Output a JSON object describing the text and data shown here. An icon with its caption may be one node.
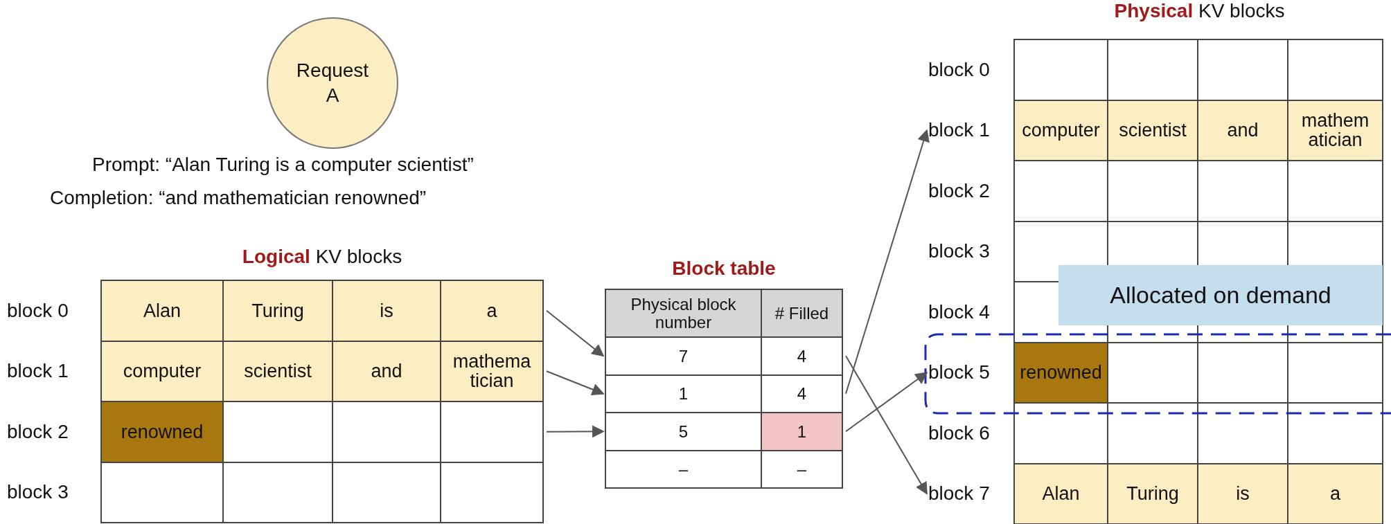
{
  "diagram": {
    "nodes": [
      {
        "text": [
          "Request A"
        ]
      },
      {
        "text": [
          "**Logical** KV blocks"
        ]
      },
      {
        "text": [
          "Alan",
          "Turing",
          "is",
          "a"
        ],
        "in": 1,
        "beside": [
          "block 0"
        ]
      },
      {
        "text": [
          "computer",
          "scientist",
          "and",
          "mathema tician"
        ],
        "in": 1,
        "beside": [
          "block 1"
        ]
      },
      {
        "text": [
          "renowned"
        ],
        "in": 1,
        "beside": [
          "block 2"
        ]
      },
      {
        "text": [],
        "shape": "box",
        "in": 1,
        "beside": [
          "block 3"
        ]
      },
      {
        "text": [
          "Block table"
        ]
      },
      {
        "text": [
          "Physical block number",
          "# Filled"
        ],
        "in": 6
      },
      {
        "text": [
          "7",
          "4"
        ],
        "in": 6
      },
      {
        "text": [
          "1",
          "4"
        ],
        "in": 6
      },
      {
        "text": [
          "5",
          "1"
        ],
        "in": 6
      },
      {
        "text": [
          "–",
          "–"
        ],
        "in": 6
      },
      {
        "text": [
          "**Physical** KV blocks"
        ]
      },
      {
        "text": [],
        "shape": "box",
        "in": 12,
        "beside": [
          "block 0"
        ]
      },
      {
        "text": [
          "computer",
          "scientist",
          "and",
          "mathem atician"
        ],
        "in": 12,
        "beside": [
          "block 1"
        ]
      },
      {
        "text": [],
        "shape": "box",
        "in": 12,
        "beside": [
          "block 2"
        ]
      },
      {
        "text": [],
        "shape": "box",
        "in": 12,
        "beside": [
          "block 3"
        ]
      },
      {
        "text": [],
        "shape": "box",
        "in": 12,
        "beside": [
          "block 4"
        ]
      },
      {
        "text": [
          "renowned"
        ],
        "in": 12,
        "beside": [
          "block 5"
        ]
      },
      {
        "text": [],
        "shape": "box",
        "in": 12,
        "beside": [
          "block 6"
        ]
      },
      {
        "text": [
          "Alan",
          "Turing",
          "is",
          "a"
        ],
        "in": 12,
        "beside": [
          "block 7"
        ]
      },
      {
        "text": [
          "Allocated on demand"
        ],
        "in": 12
      }
    ],
    "edges": [
      {
        "from": 2,
        "to": 8,
        "arrow": "to"
      },
      {
        "from": 3,
        "to": 9,
        "arrow": "to"
      },
      {
        "from": 4,
        "to": 10,
        "arrow": "to"
      },
      {
        "from": 8,
        "to": 20,
        "arrow": "to"
      },
      {
        "from": 9,
        "to": 14,
        "arrow": "to"
      },
      {
        "from": 10,
        "to": 18,
        "arrow": "to"
      }
    ],
    "labels": [
      "Prompt: “Alan Turing is a computer scientist”",
      "Completion: “and mathematician renowned”"
    ]
  }
}
